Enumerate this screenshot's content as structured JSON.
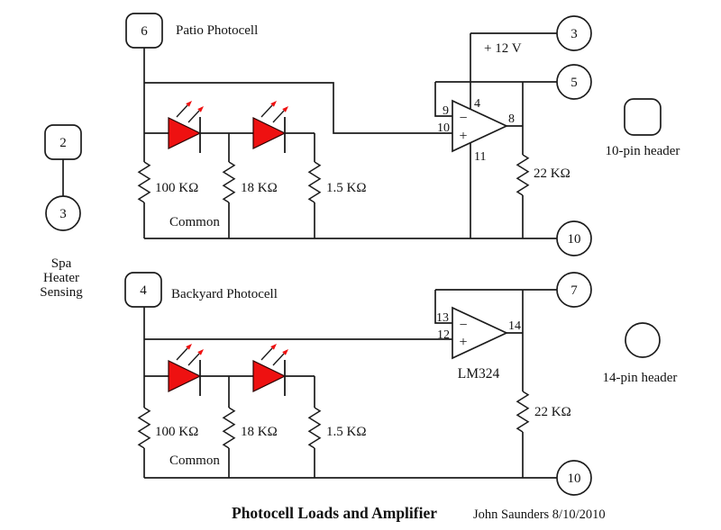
{
  "title": "Photocell Loads and Amplifier",
  "credit": "John Saunders 8/10/2010",
  "colors": {
    "led": "#ee1111",
    "wire": "#1c1c1c",
    "background": "#ffffff"
  },
  "spa_connector": {
    "pin2": "2",
    "pin3": "3",
    "label": [
      "Spa",
      "Heater",
      "Sensing"
    ]
  },
  "supply": {
    "label": "+ 12 V",
    "pin": "3"
  },
  "headers": {
    "ten": "10-pin header",
    "fourteen": "14-pin header"
  },
  "patio": {
    "title": "Patio Photocell",
    "pin": "6",
    "r1": "100 KΩ",
    "r2": "18 KΩ",
    "r3": "1.5 KΩ",
    "rf": "22 KΩ",
    "common": "Common",
    "out_pin": "5",
    "gnd_pin": "10",
    "opamp": {
      "inv": "9",
      "noninv": "10",
      "out": "8",
      "vplus": "4",
      "vminus": "11",
      "minus": "−",
      "plus": "+"
    }
  },
  "backyard": {
    "title": "Backyard Photocell",
    "pin": "4",
    "r1": "100 KΩ",
    "r2": "18 KΩ",
    "r3": "1.5 KΩ",
    "rf": "22 KΩ",
    "common": "Common",
    "out_pin": "7",
    "gnd_pin": "10",
    "opamp": {
      "inv": "13",
      "noninv": "12",
      "out": "14",
      "minus": "−",
      "plus": "+",
      "chip": "LM324"
    }
  }
}
